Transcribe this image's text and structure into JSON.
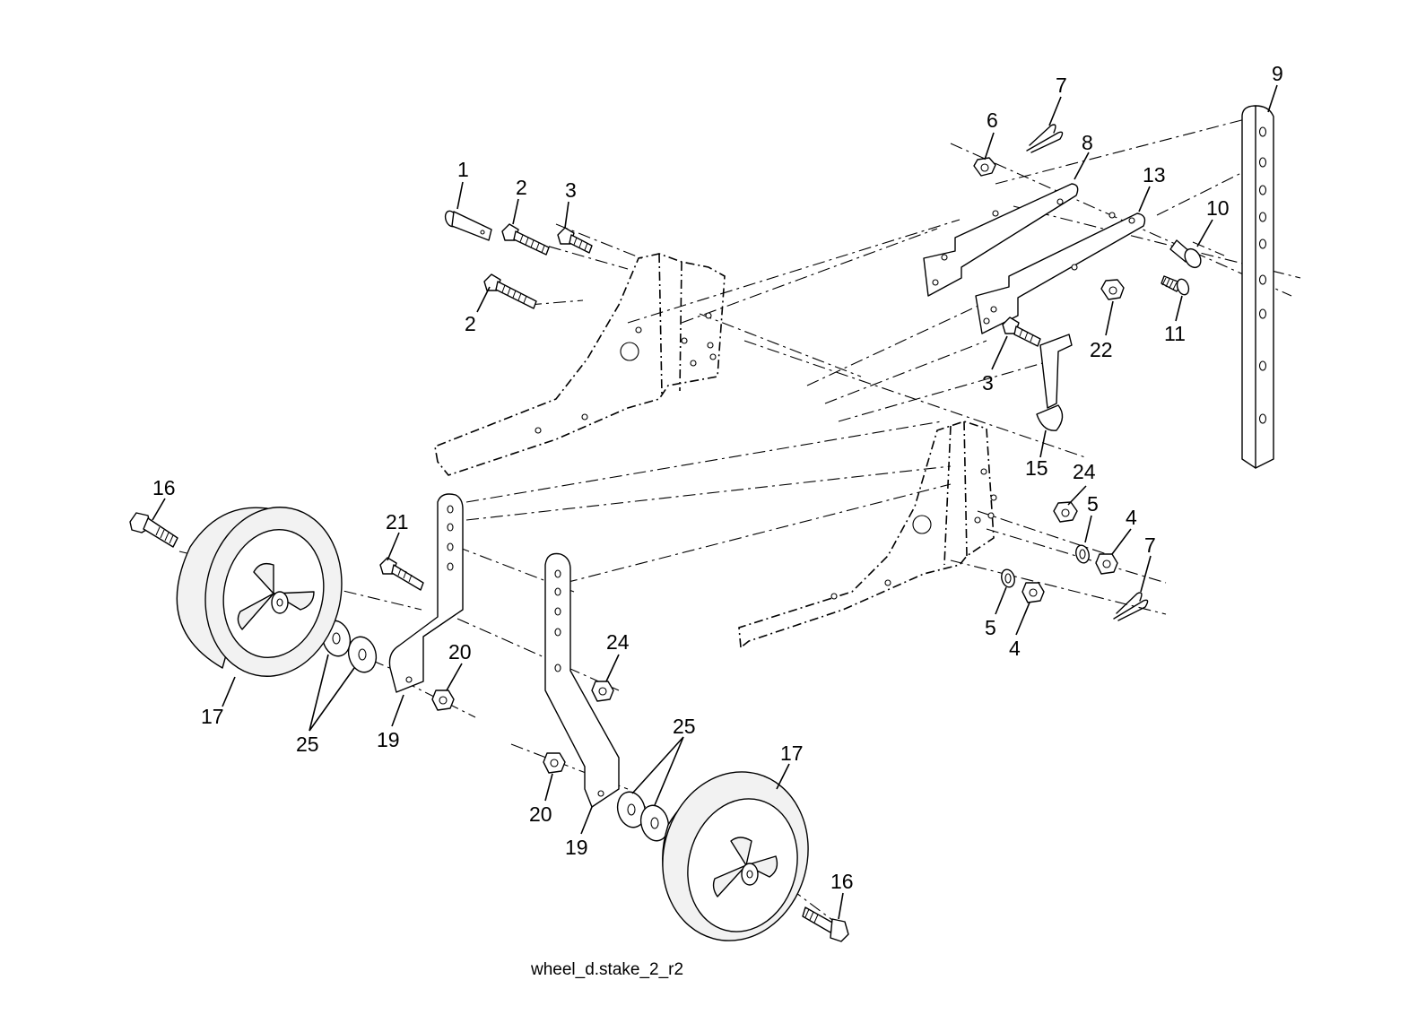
{
  "caption": "wheel_d.stake_2_r2",
  "callouts": [
    {
      "id": "c1",
      "label": "1"
    },
    {
      "id": "c2a",
      "label": "2"
    },
    {
      "id": "c2b",
      "label": "2"
    },
    {
      "id": "c3a",
      "label": "3"
    },
    {
      "id": "c3b",
      "label": "3"
    },
    {
      "id": "c4a",
      "label": "4"
    },
    {
      "id": "c4b",
      "label": "4"
    },
    {
      "id": "c5a",
      "label": "5"
    },
    {
      "id": "c5b",
      "label": "5"
    },
    {
      "id": "c6",
      "label": "6"
    },
    {
      "id": "c7a",
      "label": "7"
    },
    {
      "id": "c7b",
      "label": "7"
    },
    {
      "id": "c8",
      "label": "8"
    },
    {
      "id": "c9",
      "label": "9"
    },
    {
      "id": "c10",
      "label": "10"
    },
    {
      "id": "c11",
      "label": "11"
    },
    {
      "id": "c13",
      "label": "13"
    },
    {
      "id": "c15",
      "label": "15"
    },
    {
      "id": "c16a",
      "label": "16"
    },
    {
      "id": "c16b",
      "label": "16"
    },
    {
      "id": "c17a",
      "label": "17"
    },
    {
      "id": "c17b",
      "label": "17"
    },
    {
      "id": "c19a",
      "label": "19"
    },
    {
      "id": "c19b",
      "label": "19"
    },
    {
      "id": "c20a",
      "label": "20"
    },
    {
      "id": "c20b",
      "label": "20"
    },
    {
      "id": "c21",
      "label": "21"
    },
    {
      "id": "c22",
      "label": "22"
    },
    {
      "id": "c24a",
      "label": "24"
    },
    {
      "id": "c24b",
      "label": "24"
    },
    {
      "id": "c25a",
      "label": "25"
    },
    {
      "id": "c25b",
      "label": "25"
    }
  ]
}
